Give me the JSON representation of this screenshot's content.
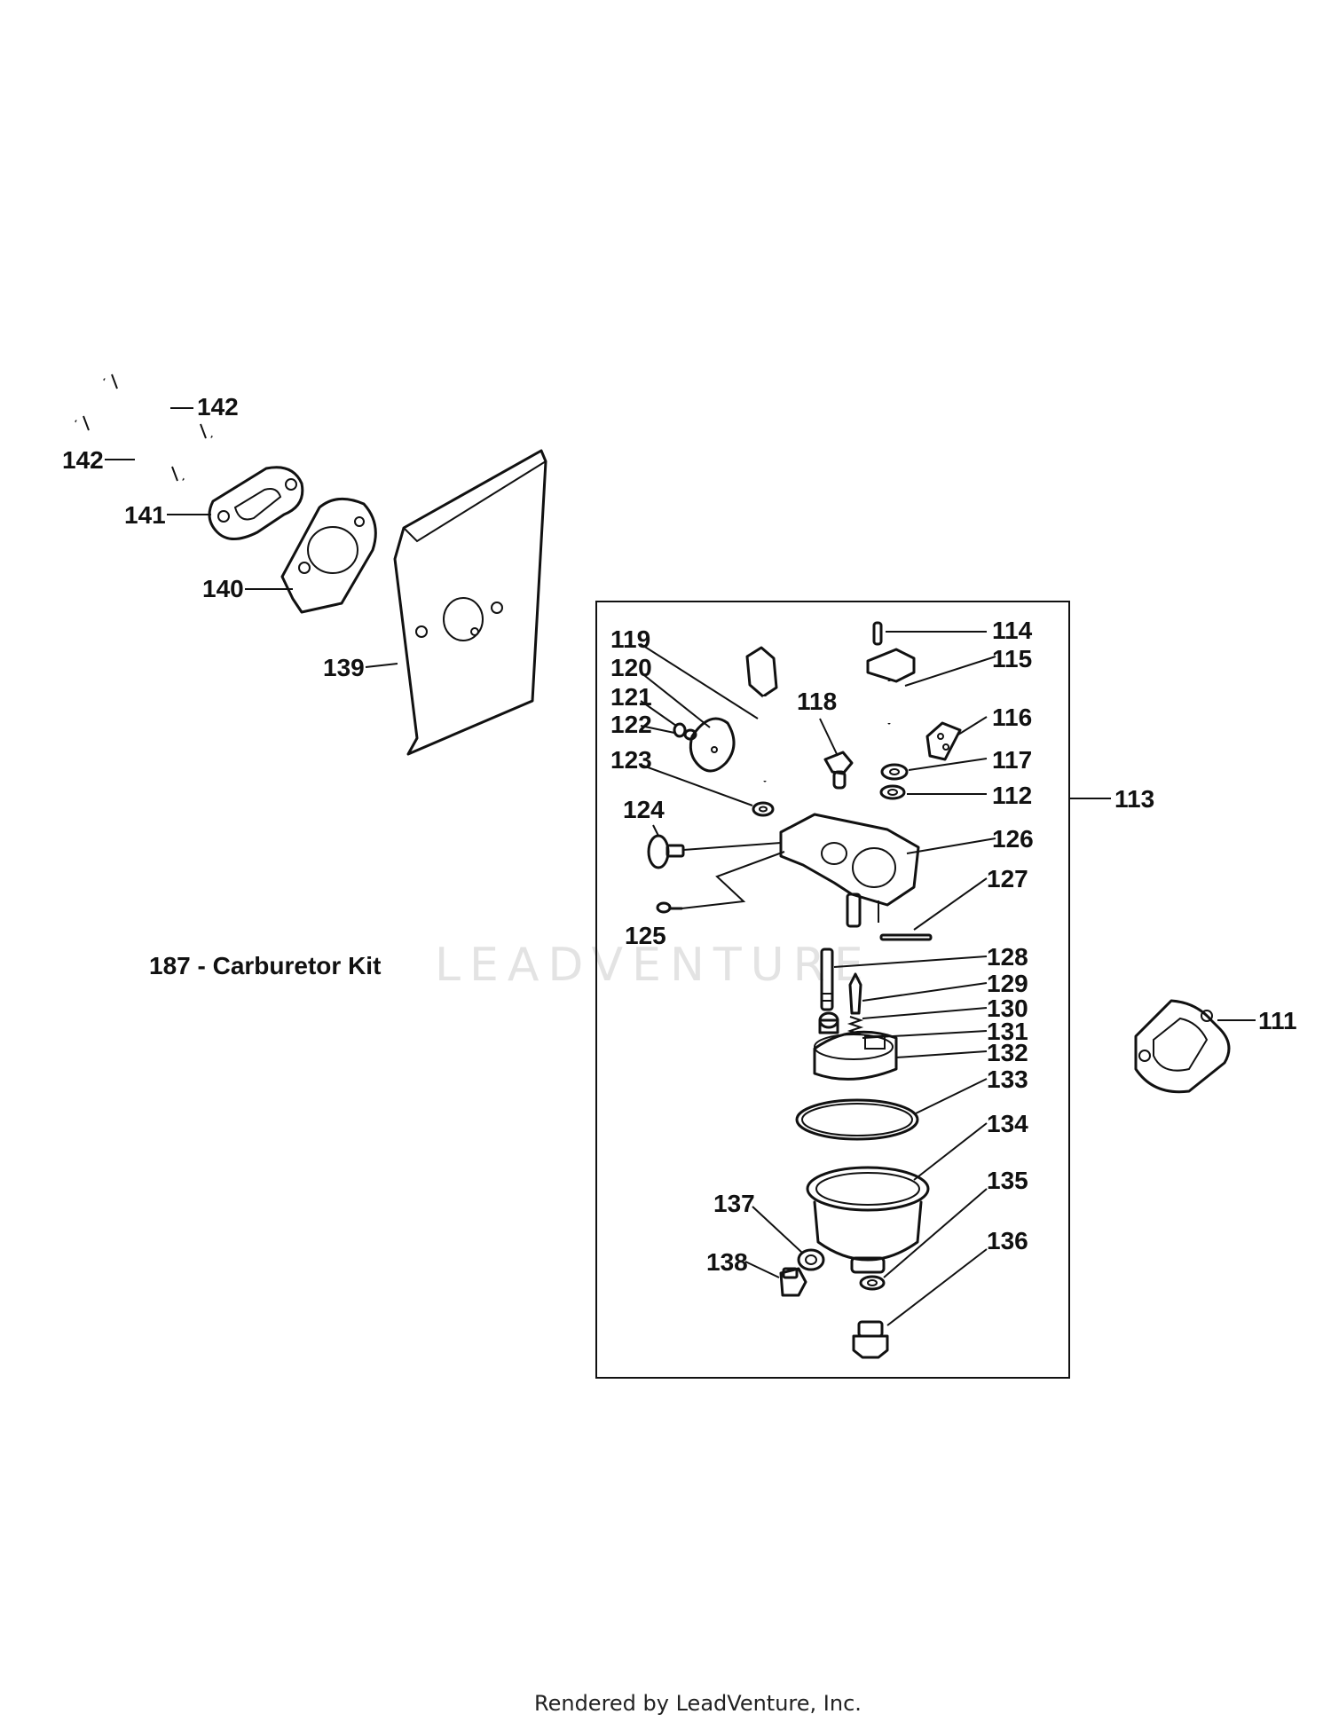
{
  "watermark": "LEADVENTURE",
  "kit_label": "187 - Carburetor Kit",
  "footer": "Rendered by LeadVenture, Inc.",
  "callouts": [
    {
      "id": "c142a",
      "text": "142"
    },
    {
      "id": "c142b",
      "text": "142"
    },
    {
      "id": "c141",
      "text": "141"
    },
    {
      "id": "c140",
      "text": "140"
    },
    {
      "id": "c139",
      "text": "139"
    },
    {
      "id": "c113",
      "text": "113"
    },
    {
      "id": "c114",
      "text": "114"
    },
    {
      "id": "c115",
      "text": "115"
    },
    {
      "id": "c116",
      "text": "116"
    },
    {
      "id": "c117",
      "text": "117"
    },
    {
      "id": "c112",
      "text": "112"
    },
    {
      "id": "c118",
      "text": "118"
    },
    {
      "id": "c119",
      "text": "119"
    },
    {
      "id": "c120",
      "text": "120"
    },
    {
      "id": "c121",
      "text": "121"
    },
    {
      "id": "c122",
      "text": "122"
    },
    {
      "id": "c123",
      "text": "123"
    },
    {
      "id": "c124",
      "text": "124"
    },
    {
      "id": "c125",
      "text": "125"
    },
    {
      "id": "c126",
      "text": "126"
    },
    {
      "id": "c127",
      "text": "127"
    },
    {
      "id": "c128",
      "text": "128"
    },
    {
      "id": "c129",
      "text": "129"
    },
    {
      "id": "c130",
      "text": "130"
    },
    {
      "id": "c131",
      "text": "131"
    },
    {
      "id": "c132",
      "text": "132"
    },
    {
      "id": "c133",
      "text": "133"
    },
    {
      "id": "c134",
      "text": "134"
    },
    {
      "id": "c135",
      "text": "135"
    },
    {
      "id": "c136",
      "text": "136"
    },
    {
      "id": "c137",
      "text": "137"
    },
    {
      "id": "c138",
      "text": "138"
    },
    {
      "id": "c111",
      "text": "111"
    }
  ]
}
